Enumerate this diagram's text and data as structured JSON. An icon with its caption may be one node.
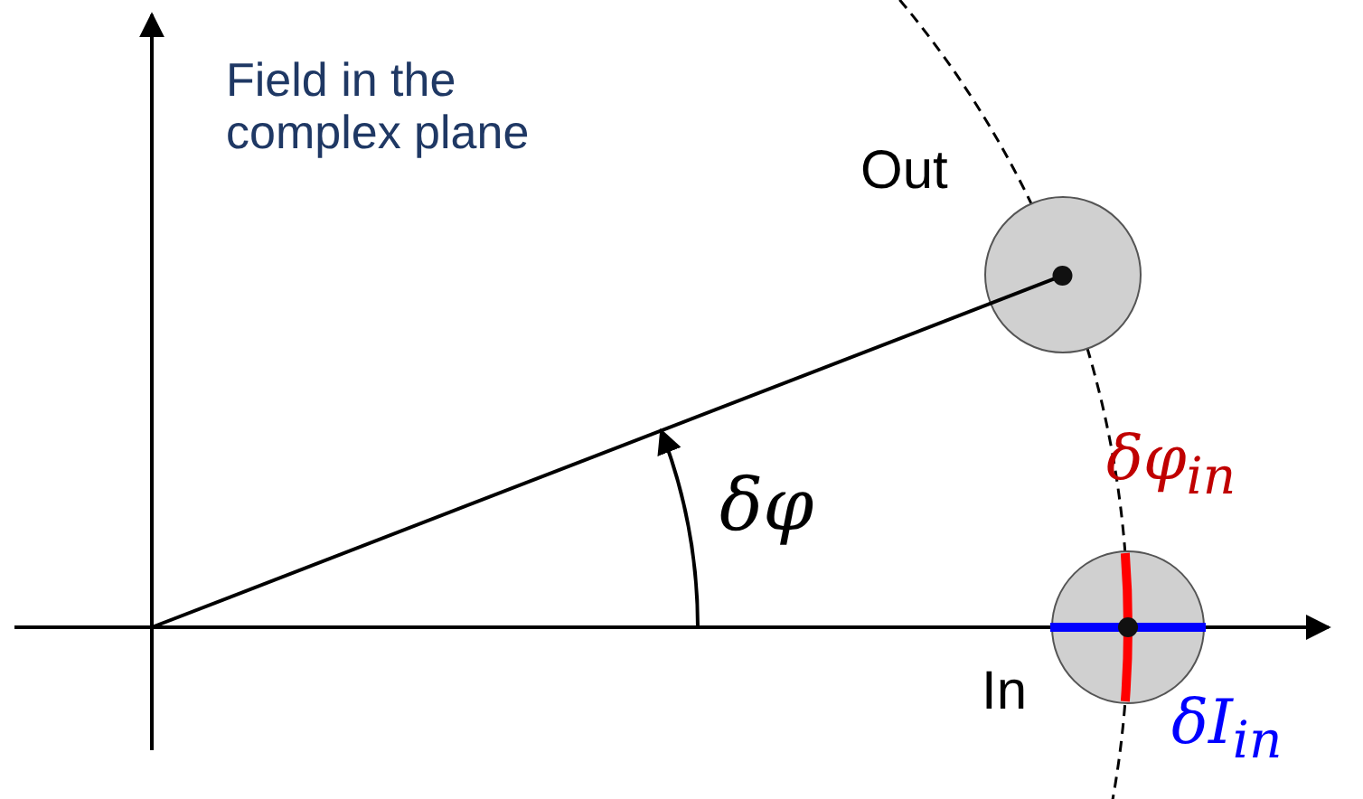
{
  "diagram": {
    "nodes": [
      {
        "text": [],
        "shape": "circle",
        "beside": [
          "Out"
        ]
      },
      {
        "text": [],
        "shape": "circle",
        "beside": [
          "In"
        ]
      }
    ],
    "labels": [
      "Field in the complex plane",
      "δφ",
      "δφ$_{in}$",
      "δI$_{in}$"
    ]
  }
}
